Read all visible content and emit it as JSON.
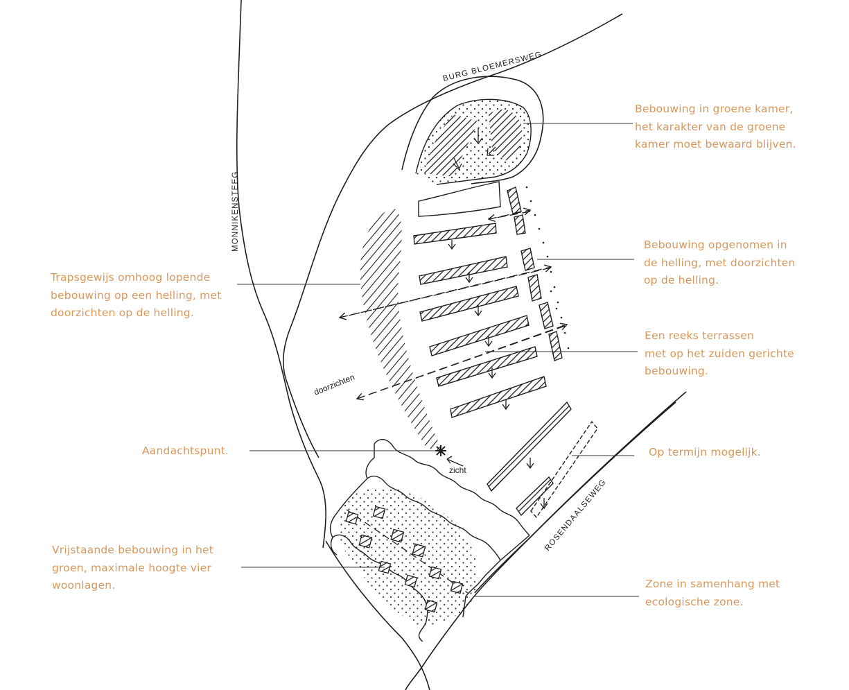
{
  "streets": {
    "bloemersweg": "BURG BLOEMERSWEG",
    "monnikensteeg": "MONNIKENSTEEG",
    "rosendaalseweg": "ROSENDAALSEWEG"
  },
  "map_labels": {
    "doorzichten": "doorzichten",
    "zicht": "zicht"
  },
  "annotations": {
    "groene_kamer": [
      "Bebouwing in groene kamer,",
      "het karakter van de groene",
      "kamer moet bewaard blijven."
    ],
    "helling": [
      "Bebouwing opgenomen in",
      "de helling, met doorzichten",
      "op de helling."
    ],
    "terrassen": [
      "Een reeks terrassen",
      "met op het zuiden gerichte",
      "bebouwing."
    ],
    "termijn": [
      "Op termijn mogelijk."
    ],
    "zone": [
      "Zone in samenhang met",
      "ecologische zone."
    ],
    "trapsgewijs": [
      "Trapsgewijs omhoog lopende",
      "bebouwing op een helling, met",
      "doorzichten op de helling."
    ],
    "aandachtspunt": [
      "Aandachtspunt."
    ],
    "vrijstaande": [
      "Vrijstaande bebouwing in het",
      "groen, maximale hoogte vier",
      "woonlagen."
    ]
  },
  "colors": {
    "annotation_text": "#d9975a",
    "ink": "#1e1e1e"
  }
}
